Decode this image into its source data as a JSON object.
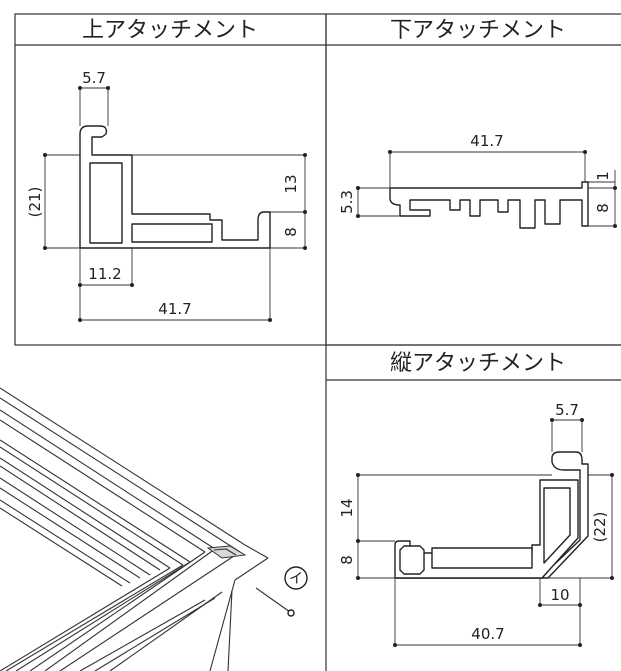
{
  "panels": {
    "upper": {
      "title": "上アタッチメント",
      "dims": {
        "top_width": "5.7",
        "height": "(21)",
        "right_upper": "13",
        "right_lower": "8",
        "inner_width": "11.2",
        "total_width": "41.7"
      }
    },
    "lower": {
      "title": "下アタッチメント",
      "dims": {
        "width": "41.7",
        "left_height": "5.3",
        "right_top": "1",
        "right_height": "8"
      }
    },
    "vertical": {
      "title": "縦アタッチメント",
      "dims": {
        "top_width": "5.7",
        "left_upper": "14",
        "left_lower": "8",
        "height": "(22)",
        "inner_width": "10",
        "total_width": "40.7"
      }
    }
  },
  "callout": {
    "label": "イ",
    "symbol": "circle-label"
  }
}
